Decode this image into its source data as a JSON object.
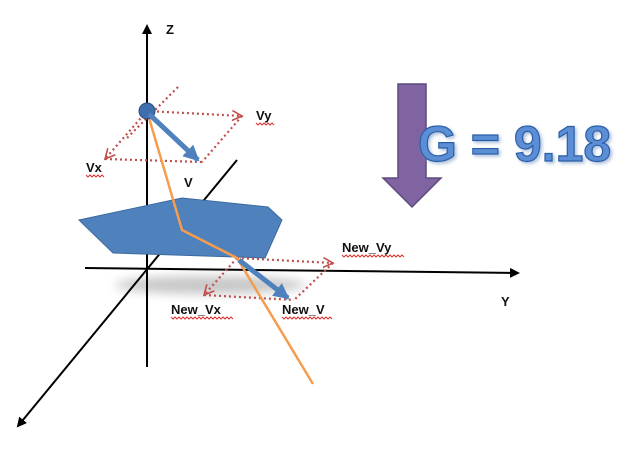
{
  "colors": {
    "axis": "#000000",
    "plane": "#4f81bd",
    "velocity_arrow": "#4f81bd",
    "component_dotted": "#c0504d",
    "trajectory": "#f59d4e",
    "gravity_arrow": "#8064a2",
    "gravity_text_fill": "#5b8ed6",
    "gravity_text_stroke": "#2b5fa6",
    "spell_underline": "#e03030"
  },
  "axes": {
    "z_label": "Z",
    "y_label": "Y"
  },
  "vectors": {
    "v_label": "V",
    "vx_label": "Vx",
    "vy_label": "Vy",
    "new_v_label": "New_V",
    "new_vx_label": "New_Vx",
    "new_vy_label": "New_Vy"
  },
  "gravity": {
    "text": "G = 9.18",
    "icon": "arrow-down-icon"
  }
}
